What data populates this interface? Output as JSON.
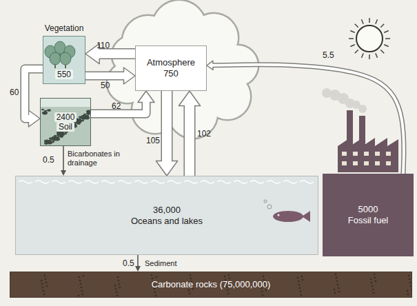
{
  "diagram": {
    "nodes": [
      {
        "text": [
          "Vegetation",
          "550"
        ]
      },
      {
        "text": [
          "2400",
          "Soil"
        ]
      },
      {
        "text": [
          "Atmosphere",
          "750"
        ]
      },
      {
        "text": [
          "36,000",
          "Oceans and lakes"
        ]
      },
      {
        "text": [
          "5000",
          "Fossil fuel"
        ]
      },
      {
        "text": [
          "Carbonate rocks (75,000,000)"
        ]
      }
    ],
    "edges": [
      {
        "from": 2,
        "to": 0,
        "label": "110",
        "arrow": "to"
      },
      {
        "from": 0,
        "to": 2,
        "label": "50",
        "arrow": "to"
      },
      {
        "from": 0,
        "to": 1,
        "label": "60",
        "arrow": "to"
      },
      {
        "from": 1,
        "to": 2,
        "label": "62",
        "arrow": "to"
      },
      {
        "from": 2,
        "to": 3,
        "label": "105",
        "arrow": "to"
      },
      {
        "from": 3,
        "to": 2,
        "label": "102",
        "arrow": "to"
      },
      {
        "from": 1,
        "to": 3,
        "label": "0.5",
        "arrow": "to"
      },
      {
        "from": 4,
        "to": 2,
        "label": "5.5",
        "arrow": "to"
      },
      {
        "from": 3,
        "to": 5,
        "label": "0.5",
        "arrow": "to"
      }
    ],
    "labels": [
      "Bicarbonates in drainage",
      "Sediment"
    ]
  }
}
